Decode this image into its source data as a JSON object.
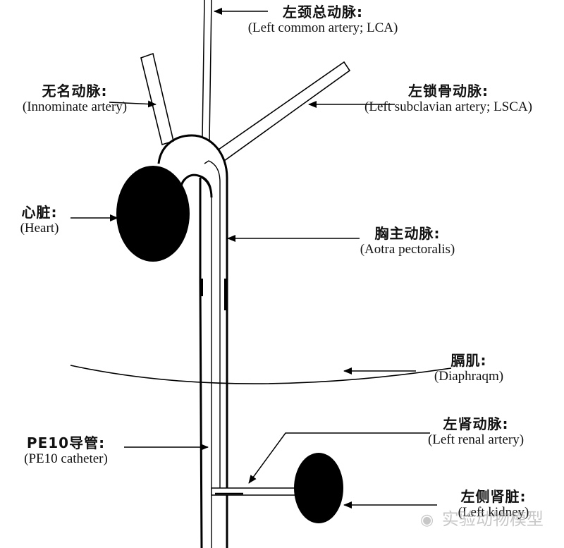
{
  "labels": {
    "lca": {
      "zh": "左颈总动脉:",
      "en": "(Left common artery; LCA)"
    },
    "inn": {
      "zh": "无名动脉:",
      "en": "(Innominate artery)"
    },
    "lsca": {
      "zh": "左锁骨动脉:",
      "en": "(Left subclavian artery; LSCA)"
    },
    "heart": {
      "zh": "心脏:",
      "en": "(Heart)"
    },
    "aorta": {
      "zh": "胸主动脉:",
      "en": "(Aotra pectoralis)"
    },
    "diaph": {
      "zh": "膈肌:",
      "en": "(Diaphraqm)"
    },
    "pe10": {
      "zh": "PE10导管:",
      "en": "(PE10 catheter)"
    },
    "renal": {
      "zh": "左肾动脉:",
      "en": "(Left renal artery)"
    },
    "kidney": {
      "zh": "左侧肾脏:",
      "en": "(Left kidney)"
    }
  },
  "watermark": {
    "icon": "wechat-icon",
    "text": "实验动物模型"
  },
  "colors": {
    "ink": "#000000",
    "vessel_fill": "#ffffff"
  }
}
